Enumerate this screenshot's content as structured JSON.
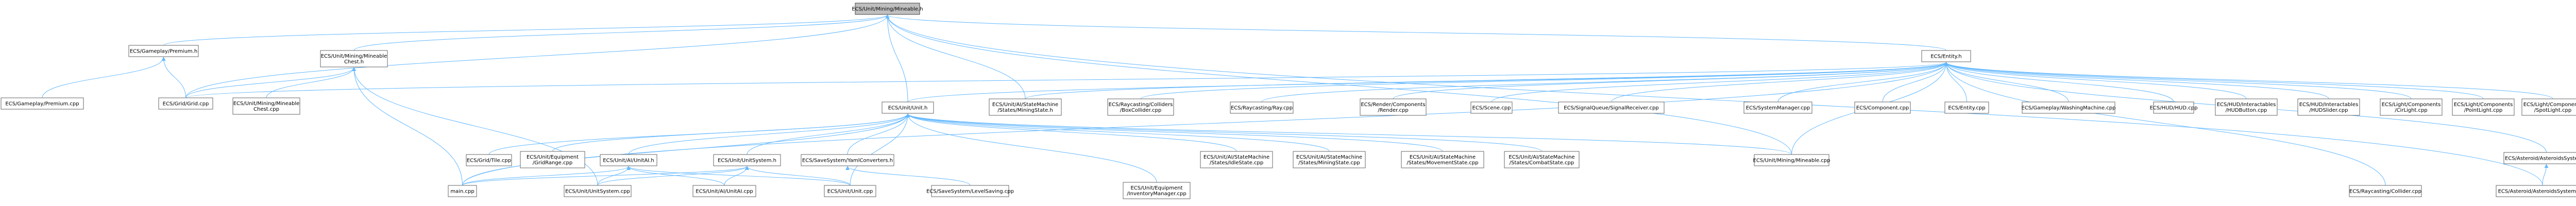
{
  "graph": {
    "edge_color": "#63b8ff",
    "node_fill": "#ffffff",
    "node_border": "#666666",
    "highlight_fill": "#bfbfbf",
    "nodes": [
      {
        "id": "mining_h",
        "lines": [
          "ECS/Unit/Mining/Mineable.h"
        ],
        "highlight": true
      },
      {
        "id": "gp_premium_h",
        "lines": [
          "ECS/Gameplay/Premium.h"
        ]
      },
      {
        "id": "mining_mineable_chest_h",
        "lines": [
          "ECS/Unit/Mining/Mineable",
          "Chest.h"
        ]
      },
      {
        "id": "entity_h",
        "lines": [
          "ECS/Entity.h"
        ]
      },
      {
        "id": "gp_premium_cpp",
        "lines": [
          "ECS/Gameplay/Premium.cpp"
        ]
      },
      {
        "id": "grid_cpp",
        "lines": [
          "ECS/Grid/Grid.cpp"
        ]
      },
      {
        "id": "mineable_chest_cpp",
        "lines": [
          "ECS/Unit/Mining/Mineable",
          "Chest.cpp"
        ]
      },
      {
        "id": "unit_h",
        "lines": [
          "ECS/Unit/Unit.h"
        ]
      },
      {
        "id": "mining_state_h",
        "lines": [
          "ECS/Unit/AI/StateMachine",
          "/States/MiningState.h"
        ]
      },
      {
        "id": "raycasting_colliders",
        "lines": [
          "ECS/Raycasting/Colliders",
          "/BoxCollider.cpp"
        ]
      },
      {
        "id": "raycasting_ray",
        "lines": [
          "ECS/Raycasting/Ray.cpp"
        ]
      },
      {
        "id": "render_components",
        "lines": [
          "ECS/Render/Components",
          "/Render.cpp"
        ]
      },
      {
        "id": "scene_cpp",
        "lines": [
          "ECS/Scene.cpp"
        ]
      },
      {
        "id": "signal_queue",
        "lines": [
          "ECS/SignalQueue/SignalReceiver.cpp"
        ]
      },
      {
        "id": "system_manager",
        "lines": [
          "ECS/SystemManager.cpp"
        ]
      },
      {
        "id": "component_cpp",
        "lines": [
          "ECS/Component.cpp"
        ]
      },
      {
        "id": "entity_cpp",
        "lines": [
          "ECS/Entity.cpp"
        ]
      },
      {
        "id": "washing_machine",
        "lines": [
          "ECS/Gameplay/WashingMachine.cpp"
        ]
      },
      {
        "id": "hud_cpp",
        "lines": [
          "ECS/HUD/HUD.cpp"
        ]
      },
      {
        "id": "hud_button",
        "lines": [
          "ECS/HUD/Interactables",
          "/HUDButton.cpp"
        ]
      },
      {
        "id": "hud_slider",
        "lines": [
          "ECS/HUD/Interactables",
          "/HUDSlider.cpp"
        ]
      },
      {
        "id": "circlight",
        "lines": [
          "ECS/Light/Components",
          "/CirLight.cpp"
        ]
      },
      {
        "id": "pointlight",
        "lines": [
          "ECS/Light/Components",
          "/PointLight.cpp"
        ]
      },
      {
        "id": "spotlight",
        "lines": [
          "ECS/Light/Components",
          "/SpotLight.cpp"
        ]
      },
      {
        "id": "raycasting_collider",
        "lines": [
          "ECS/Raycasting/Collider.cpp"
        ]
      },
      {
        "id": "asteroids_system_h",
        "lines": [
          "ECS/Asteroid/AsteroidsSystem.h"
        ]
      },
      {
        "id": "grid_tile",
        "lines": [
          "ECS/Grid/Tile.cpp"
        ]
      },
      {
        "id": "unit_equipment",
        "lines": [
          "ECS/Unit/Equipment",
          "/GridRange.cpp"
        ]
      },
      {
        "id": "unit_ai_h",
        "lines": [
          "ECS/Unit/AI/UnitAI.h"
        ]
      },
      {
        "id": "unit_system_h",
        "lines": [
          "ECS/Unit/UnitSystem.h"
        ]
      },
      {
        "id": "save_yaml",
        "lines": [
          "ECS/SaveSystem/YamlConverters.h"
        ]
      },
      {
        "id": "idle_state",
        "lines": [
          "ECS/Unit/AI/StateMachine",
          "/States/IdleState.cpp"
        ]
      },
      {
        "id": "mining_state_cpp",
        "lines": [
          "ECS/Unit/AI/StateMachine",
          "/States/MiningState.cpp"
        ]
      },
      {
        "id": "movement_state",
        "lines": [
          "ECS/Unit/AI/StateMachine",
          "/States/MovementState.cpp"
        ]
      },
      {
        "id": "combat_state",
        "lines": [
          "ECS/Unit/AI/StateMachine",
          "/States/CombatState.cpp"
        ]
      },
      {
        "id": "mineable_cpp",
        "lines": [
          "ECS/Unit/Mining/Mineable.cpp"
        ]
      },
      {
        "id": "asteroids_system_cpp",
        "lines": [
          "ECS/Asteroid/AsteroidsSystem.cpp"
        ]
      },
      {
        "id": "main_cpp",
        "lines": [
          "main.cpp"
        ]
      },
      {
        "id": "unit_system_cpp",
        "lines": [
          "ECS/Unit/UnitSystem.cpp"
        ]
      },
      {
        "id": "unit_ai_cpp",
        "lines": [
          "ECS/Unit/AI/UnitAI.cpp"
        ]
      },
      {
        "id": "unit_cpp",
        "lines": [
          "ECS/Unit/Unit.cpp"
        ]
      },
      {
        "id": "save_level",
        "lines": [
          "ECS/SaveSystem/LevelSaving.cpp"
        ]
      },
      {
        "id": "inventory_manager",
        "lines": [
          "ECS/Unit/Equipment",
          "/InventoryManager.cpp"
        ]
      }
    ]
  }
}
